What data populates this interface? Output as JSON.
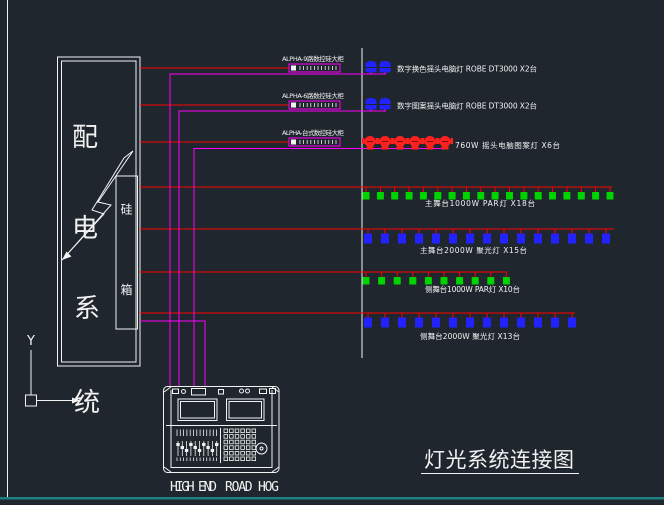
{
  "title": {
    "text": "灯光系统连接图"
  },
  "colors": {
    "background": "#20262e",
    "line_white": "#f2f2f2",
    "wire_red": "#ff0000",
    "wire_magenta": "#ff00ff",
    "lamp_blue": "#2222ff",
    "lamp_green": "#00d400",
    "lamp_red": "#ff2020",
    "border_teal": "#1d8080"
  },
  "power_panel": {
    "chars": [
      "配",
      "电",
      "系",
      "统"
    ],
    "dimmer_chars": [
      "硅",
      "箱"
    ]
  },
  "ucs": {
    "axis_label": "Y"
  },
  "racks": [
    {
      "label": "ALPHA-9路数控硅大柜"
    },
    {
      "label": "ALPHA-6路数控硅大柜"
    },
    {
      "label": "ALPHA-台式数控硅大柜"
    }
  ],
  "fixture_rows": [
    {
      "label": "数字换色摇头电脑灯 ROBE DT3000 X2台",
      "count": 2,
      "color": "blue",
      "type": "moving-head"
    },
    {
      "label": "数字图案摇头电脑灯 ROBE DT3000 X2台",
      "count": 2,
      "color": "blue",
      "type": "moving-head"
    },
    {
      "label": "760W 摇头电脑图案灯 X6台",
      "count": 6,
      "color": "red",
      "type": "moving-head-wash"
    },
    {
      "label": "主舞台1000W PAR灯 X18台",
      "count": 18,
      "color": "green",
      "type": "par"
    },
    {
      "label": "主舞台2000W 聚光灯 X15台",
      "count": 15,
      "color": "blue",
      "type": "spot"
    },
    {
      "label": "侧舞台1000W PAR灯 X10台",
      "count": 10,
      "color": "green",
      "type": "par"
    },
    {
      "label": "侧舞台2000W 聚光灯 X13台",
      "count": 13,
      "color": "blue",
      "type": "spot"
    }
  ],
  "console": {
    "brand": "HIGH END",
    "model": "ROAD HOG"
  }
}
